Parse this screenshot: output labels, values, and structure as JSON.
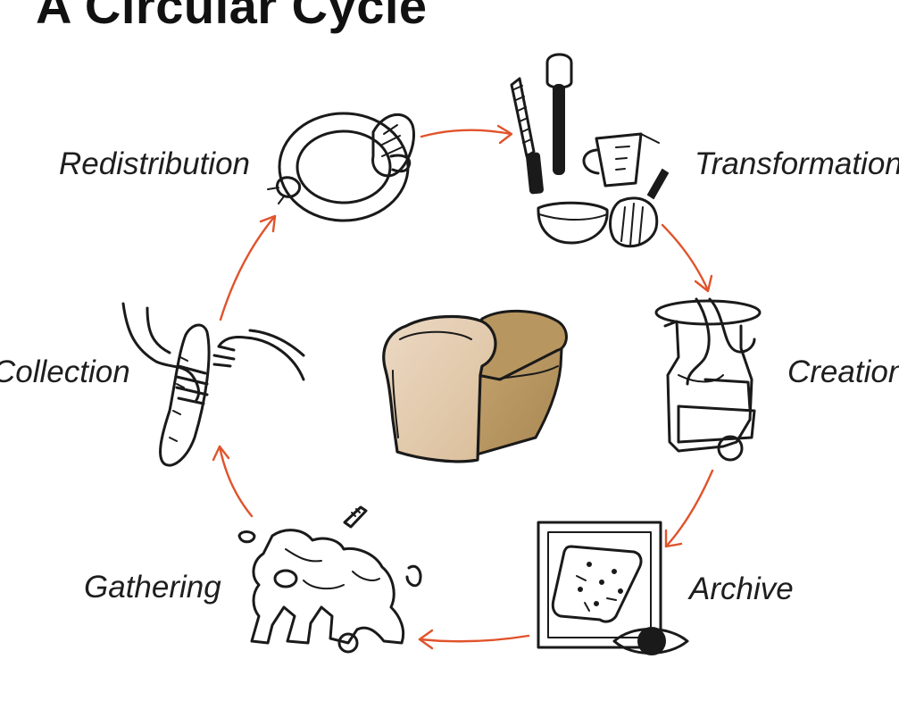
{
  "title": "A Circular Cycle",
  "accent_color": "#e0532b",
  "center": {
    "icon": "bread-loaf-icon"
  },
  "stages": [
    {
      "label": "Redistribution",
      "icon": "ring-with-hands-and-bread-icon"
    },
    {
      "label": "Transformation",
      "icon": "kitchen-utensils-icon"
    },
    {
      "label": "Creation",
      "icon": "abstract-sculpture-icon"
    },
    {
      "label": "Archive",
      "icon": "framed-bread-with-eye-icon"
    },
    {
      "label": "Gathering",
      "icon": "people-gathering-icon"
    },
    {
      "label": "Collection",
      "icon": "hands-holding-baguette-icon"
    }
  ],
  "flow": [
    {
      "from": "Redistribution",
      "to": "Transformation"
    },
    {
      "from": "Transformation",
      "to": "Creation"
    },
    {
      "from": "Creation",
      "to": "Archive"
    },
    {
      "from": "Archive",
      "to": "Gathering"
    },
    {
      "from": "Gathering",
      "to": "Collection"
    },
    {
      "from": "Collection",
      "to": "Redistribution"
    }
  ]
}
